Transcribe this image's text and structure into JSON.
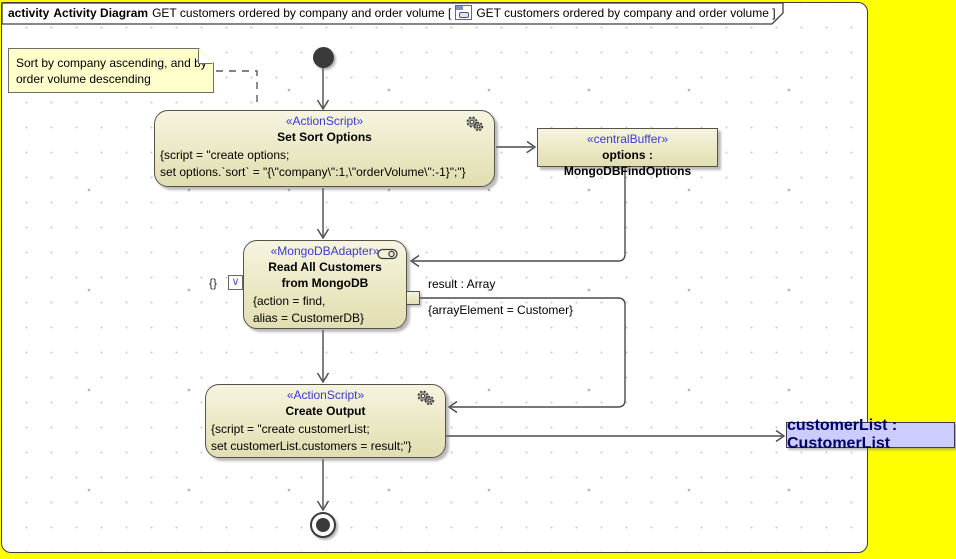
{
  "title": {
    "keyword": "activity",
    "name": "Activity Diagram",
    "pre_bracket": "GET customers ordered by company and order volume [",
    "icon": "activity-diagram-icon",
    "post_icon": "GET customers ordered by company and order volume ]"
  },
  "note": {
    "line1": "Sort by company ascending, and by",
    "line2": "order volume descending"
  },
  "nodes": {
    "set_sort": {
      "stereotype": "«ActionScript»",
      "name": "Set Sort Options",
      "body1": "{script = \"create options;",
      "body2": "set options.`sort` = \"{\\\"company\\\":1,\\\"orderVolume\\\":-1}\";\"}"
    },
    "buffer": {
      "stereotype": "«centralBuffer»",
      "name": "options : MongoDBFindOptions"
    },
    "read": {
      "stereotype": "«MongoDBAdapter»",
      "name1": "Read All Customers",
      "name2": "from MongoDB",
      "body1": "{action = find,",
      "body2": "alias = CustomerDB}"
    },
    "create_output": {
      "stereotype": "«ActionScript»",
      "name": "Create Output",
      "body1": "{script = \"create customerList;",
      "body2": "set customerList.customers = result;\"}"
    },
    "customer_list": {
      "name": "customerList : CustomerList"
    }
  },
  "labels": {
    "result_flow": "result : Array",
    "array_element": "{arrayElement = Customer}",
    "value_pin_value": "{}",
    "value_pin_glyph": "∨"
  },
  "colors": {
    "outside_background": "#ffff00",
    "node_fill": "#ebe8c4",
    "note_fill": "#ffffcc",
    "stereotype_text": "#3b3bcd",
    "object_node_fill": "#ccccff",
    "object_node_text": "#000066",
    "connector": "#4a4a4a"
  }
}
